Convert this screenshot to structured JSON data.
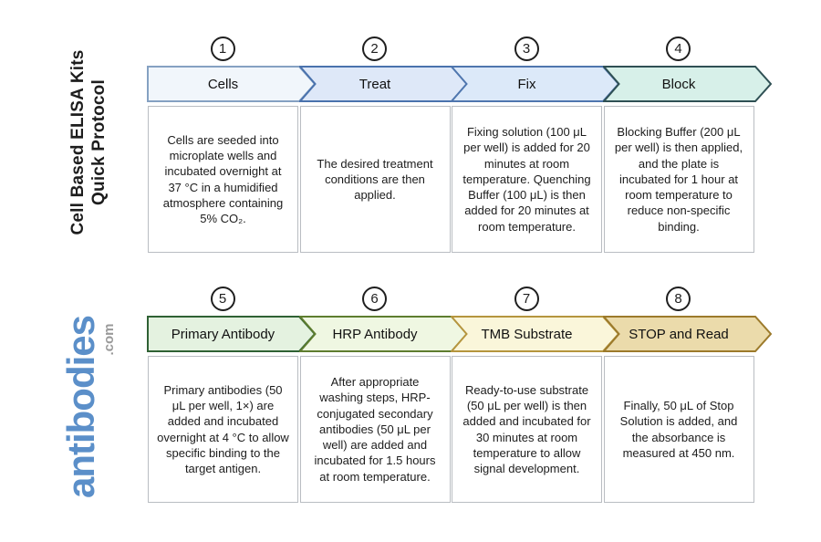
{
  "sidebar": {
    "title_line1": "Cell Based ELISA Kits",
    "title_line2": "Quick Protocol",
    "logo_text": "antibodies",
    "logo_suffix": ".com",
    "logo_color": "#5b8fc9",
    "logo_suffix_color": "#9a9a9a"
  },
  "steps": [
    {
      "number": "1",
      "title": "Cells",
      "description": "Cells are seeded into microplate wells and incubated overnight at 37 °C in a humidified atmosphere containing 5% CO₂.",
      "fill": "#f1f6fb",
      "stroke": "#85a1c2"
    },
    {
      "number": "2",
      "title": "Treat",
      "description": "The desired treatment conditions are then applied.",
      "fill": "#dee8f8",
      "stroke": "#4a72ad"
    },
    {
      "number": "3",
      "title": "Fix",
      "description": "Fixing solution (100 μL per well) is added for 20 minutes at room temperature. Quenching Buffer (100 μL) is then added for 20 minutes at room temperature.",
      "fill": "#dce9f9",
      "stroke": "#4f76ae"
    },
    {
      "number": "4",
      "title": "Block",
      "description": "Blocking Buffer (200 μL per well) is then applied, and the plate is incubated for 1 hour at room temperature to reduce non-specific binding.",
      "fill": "#d7f0e9",
      "stroke": "#2f5054"
    },
    {
      "number": "5",
      "title": "Primary Antibody",
      "description": "Primary antibodies (50 μL per well, 1×) are added and incubated overnight at 4 °C to allow specific binding to the target antigen.",
      "fill": "#e4f2e0",
      "stroke": "#2f6134"
    },
    {
      "number": "6",
      "title": "HRP Antibody",
      "description": "After appropriate washing steps, HRP-conjugated secondary antibodies (50 μL per well) are added and incubated for 1.5 hours at room temperature.",
      "fill": "#eff7e2",
      "stroke": "#5e7d2f"
    },
    {
      "number": "7",
      "title": "TMB Substrate",
      "description": "Ready-to-use substrate (50 μL per well) is then added and incubated for 30 minutes at room temperature to allow signal development.",
      "fill": "#faf6da",
      "stroke": "#b5953e"
    },
    {
      "number": "8",
      "title": "STOP and Read",
      "description": "Finally, 50 μL of Stop Solution is added, and the absorbance is measured at 450 nm.",
      "fill": "#ebdbab",
      "stroke": "#9c7a2b"
    }
  ]
}
